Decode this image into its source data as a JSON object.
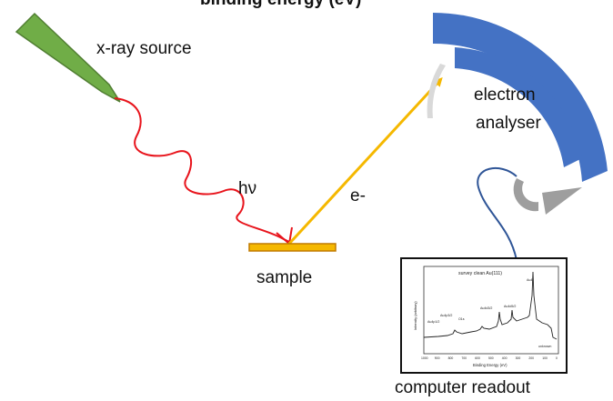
{
  "header": {
    "title": "binding energy (eV)"
  },
  "labels": {
    "xray_source": "x-ray source",
    "photon": "hν",
    "electron": "e-",
    "sample": "sample",
    "analyser_line1": "electron",
    "analyser_line2": "analyser",
    "readout": "computer readout"
  },
  "readout_plot": {
    "title": "survey clean Au(111)",
    "xlabel": "Binding Energy (eV)",
    "ylabel": "Intensity (arbitrary)",
    "x_ticks": [
      "1000",
      "900",
      "800",
      "700",
      "600",
      "500",
      "400",
      "300",
      "200",
      "100",
      "0"
    ],
    "peaks": [
      "Au4p1/2",
      "Au4p3/2",
      "O1s",
      "Au4d3/2",
      "Au4d5/2",
      "Au4f",
      "unknown"
    ]
  },
  "colors": {
    "xray_gun": "#70ad47",
    "xray_gun_dark": "#507e32",
    "photon_wave": "#e8141c",
    "electron_path": "#f5b800",
    "sample_bar": "#f5b800",
    "sample_edge": "#c07a00",
    "analyser": "#4472c4",
    "detector": "#9e9e9e",
    "cable": "#2f5597"
  }
}
